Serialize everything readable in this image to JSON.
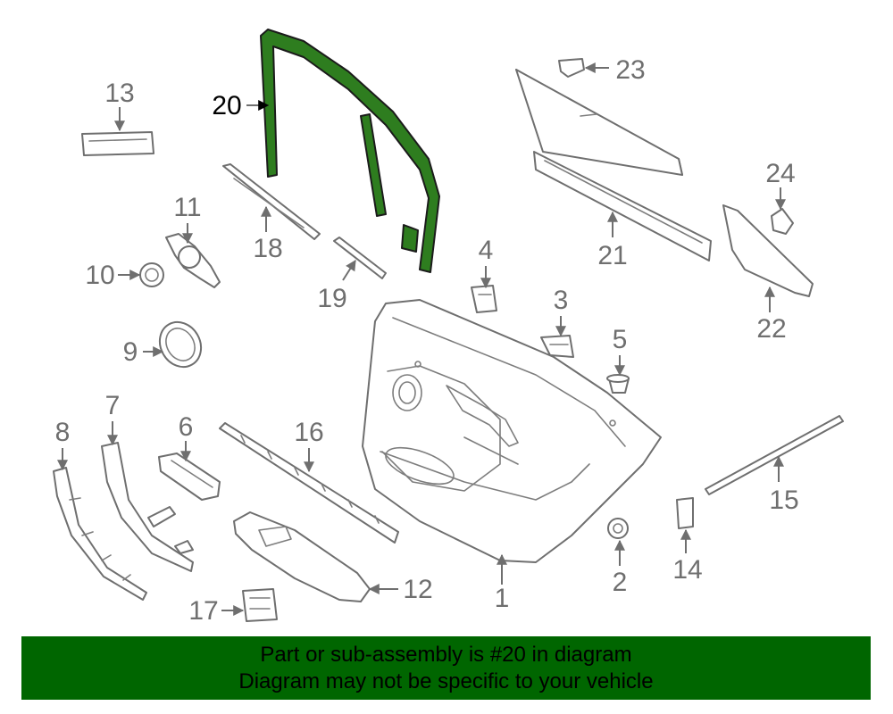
{
  "diagram": {
    "labels": [
      "1",
      "2",
      "3",
      "4",
      "5",
      "6",
      "7",
      "8",
      "9",
      "10",
      "11",
      "12",
      "13",
      "14",
      "15",
      "16",
      "17",
      "18",
      "19",
      "20",
      "21",
      "22",
      "23",
      "24"
    ],
    "highlighted_part": "20",
    "highlight_color": "#2e7d1f"
  },
  "banner": {
    "line1": "Part or sub-assembly is #20 in diagram",
    "line2": "Diagram may not be specific to your vehicle",
    "color": "#006600"
  }
}
